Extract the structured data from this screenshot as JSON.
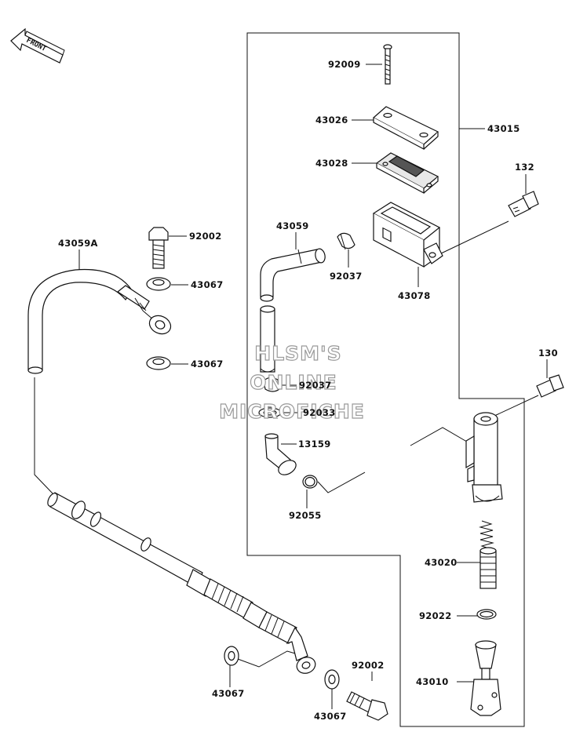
{
  "front_arrow": {
    "label": "FRONT",
    "icon": "front-arrow-icon"
  },
  "watermark": {
    "line1": "HLSM'S",
    "line2": "ONLINE",
    "line3": "MICROFICHE"
  },
  "labels": {
    "l92009": "92009",
    "l43026": "43026",
    "l43015": "43015",
    "l43028": "43028",
    "l132": "132",
    "l43059": "43059",
    "l92037a": "92037",
    "l43078": "43078",
    "l43059A": "43059A",
    "l92002a": "92002",
    "l43067a": "43067",
    "l43067b": "43067",
    "l130": "130",
    "l92037b": "92037",
    "l92033": "92033",
    "l13159": "13159",
    "l92055": "92055",
    "l43020": "43020",
    "l92022": "92022",
    "l43010": "43010",
    "l43067c": "43067",
    "l92002b": "92002",
    "l43067d": "43067"
  }
}
